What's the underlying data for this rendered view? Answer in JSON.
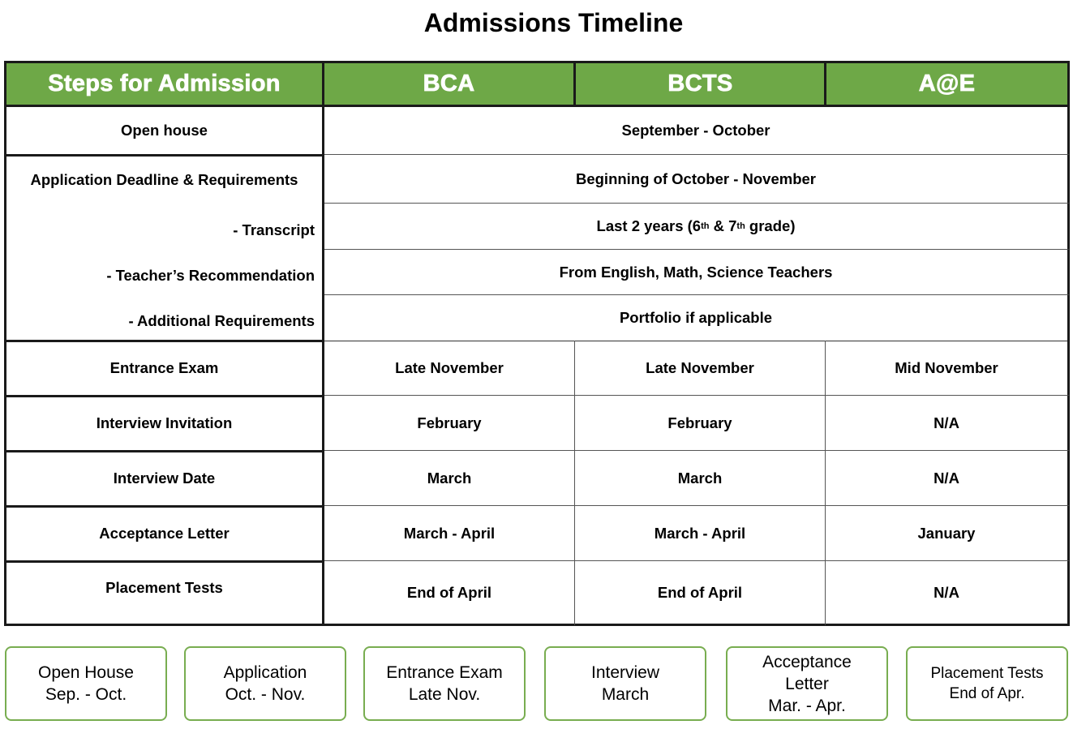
{
  "title": "Admissions Timeline",
  "headers": [
    "Steps for Admission",
    "BCA",
    "BCTS",
    "A@E"
  ],
  "open_house": {
    "label": "Open house",
    "value": "September - October"
  },
  "application": {
    "label": "Application Deadline & Requirements",
    "value": "Beginning of October - November",
    "transcript": {
      "label": "-  Transcript",
      "value_pre": "Last 2 years (6",
      "sup1": "th",
      "value_mid": " & 7",
      "sup2": "th",
      "value_post": " grade)"
    },
    "recommendation": {
      "label": "- Teacher’s Recommendation",
      "value": "From English, Math, Science Teachers"
    },
    "additional": {
      "label": "- Additional Requirements",
      "value": "Portfolio if applicable"
    }
  },
  "rows": [
    {
      "label": "Entrance Exam",
      "values": [
        "Late November",
        "Late November",
        "Mid November"
      ]
    },
    {
      "label": "Interview Invitation",
      "values": [
        "February",
        "February",
        "N/A"
      ]
    },
    {
      "label": "Interview Date",
      "values": [
        "March",
        "March",
        "N/A"
      ]
    },
    {
      "label": "Acceptance Letter",
      "values": [
        "March - April",
        "March - April",
        "January"
      ]
    },
    {
      "label": "Placement Tests",
      "values": [
        "End of April",
        "End of April",
        "N/A"
      ]
    }
  ],
  "timeline": [
    {
      "line1": "Open House",
      "line2": "Sep. - Oct."
    },
    {
      "line1": "Application",
      "line2": "Oct. - Nov."
    },
    {
      "line1": "Entrance Exam",
      "line2": "Late Nov."
    },
    {
      "line1": "Interview",
      "line2": "March"
    },
    {
      "line1": "Acceptance",
      "line2": "Letter",
      "line3": "Mar. - Apr."
    },
    {
      "line1": "Placement Tests",
      "line2": "End of Apr."
    }
  ],
  "colors": {
    "header_green": "#6ea847",
    "box_border": "#78ad50"
  }
}
